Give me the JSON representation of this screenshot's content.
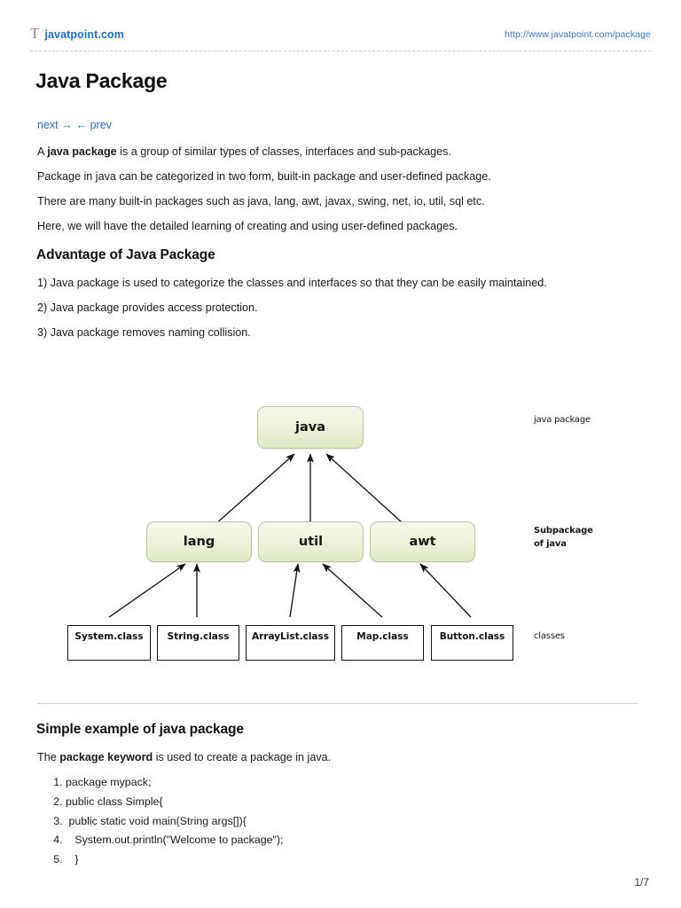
{
  "header": {
    "logo_icon": "serif-t-logo-icon",
    "brand": "javatpoint.com",
    "url": "http://www.javatpoint.com/package"
  },
  "title": "Java Package",
  "nav": {
    "next": "next →",
    "prev": "← prev"
  },
  "intro": {
    "p1_a": "A ",
    "p1_b": "java package",
    "p1_c": " is a group of similar types of classes, interfaces and sub-packages.",
    "p2": "Package in java can be categorized in two form, built-in package and user-defined package.",
    "p3": "There are many built-in packages such as java, lang, awt, javax, swing, net, io, util, sql etc.",
    "p4": "Here, we will have the detailed learning of creating and using user-defined packages."
  },
  "advantage": {
    "heading": "Advantage of Java Package",
    "items": [
      "1) Java package is used to categorize the classes and interfaces so that they can be easily maintained.",
      "2) Java package provides access protection.",
      "3) Java package removes naming collision."
    ]
  },
  "diagram": {
    "root": "java",
    "subpackages": [
      "lang",
      "util",
      "awt"
    ],
    "classes": [
      "System.class",
      "String.class",
      "ArrayList.class",
      "Map.class",
      "Button.class"
    ],
    "labels": {
      "root": "java package",
      "subpackage_line1": "Subpackage",
      "subpackage_line2": "of java",
      "classes": "classes"
    },
    "colors": {
      "node_fill_top": "#f4f7e8",
      "node_fill_bottom": "#dfe9c2",
      "node_border": "#b9c79a",
      "arrow": "#111111"
    }
  },
  "example": {
    "heading": "Simple example of java package",
    "lead_a": "The ",
    "lead_b": "package keyword",
    "lead_c": " is used to create a package in java.",
    "code": [
      "package mypack;",
      "public class Simple{",
      " public static void main(String args[]){",
      "   System.out.println(\"Welcome to package\");",
      "   }"
    ]
  },
  "footer": {
    "page_number": "1/7"
  }
}
